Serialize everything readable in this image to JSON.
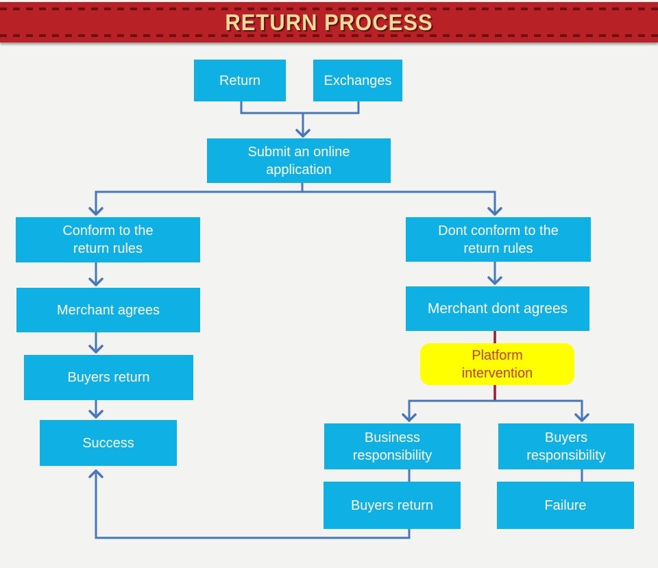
{
  "banner": {
    "title": "RETURN PROCESS"
  },
  "colors": {
    "banner_bg": "#b82126",
    "banner_dash": "#6e1012",
    "banner_text": "#f2dc9b",
    "node_bg": "#0fb1e4",
    "node_text": "#ffffff",
    "connector": "#4677bc",
    "red_connector": "#9a1b32",
    "highlight_bg": "#ffff00",
    "highlight_text": "#c63a30",
    "canvas_bg": "#f3f3f1"
  },
  "nodes": {
    "return": {
      "label": "Return"
    },
    "exchanges": {
      "label": "Exchanges"
    },
    "submit": {
      "label": "Submit an online\napplication"
    },
    "conform": {
      "label": "Conform to the\nreturn rules"
    },
    "merchant_agrees": {
      "label": "Merchant agrees"
    },
    "buyers_return_left": {
      "label": "Buyers return"
    },
    "success": {
      "label": "Success"
    },
    "dont_conform": {
      "label": "Dont conform to the\nreturn rules"
    },
    "merchant_dont_agrees": {
      "label": "Merchant dont agrees"
    },
    "platform_intervention": {
      "label": "Platform\nintervention"
    },
    "business_responsibility": {
      "label": "Business\nresponsibility"
    },
    "buyers_responsibility": {
      "label": "Buyers\nresponsibility"
    },
    "buyers_return_bottom": {
      "label": "Buyers return"
    },
    "failure": {
      "label": "Failure"
    }
  }
}
